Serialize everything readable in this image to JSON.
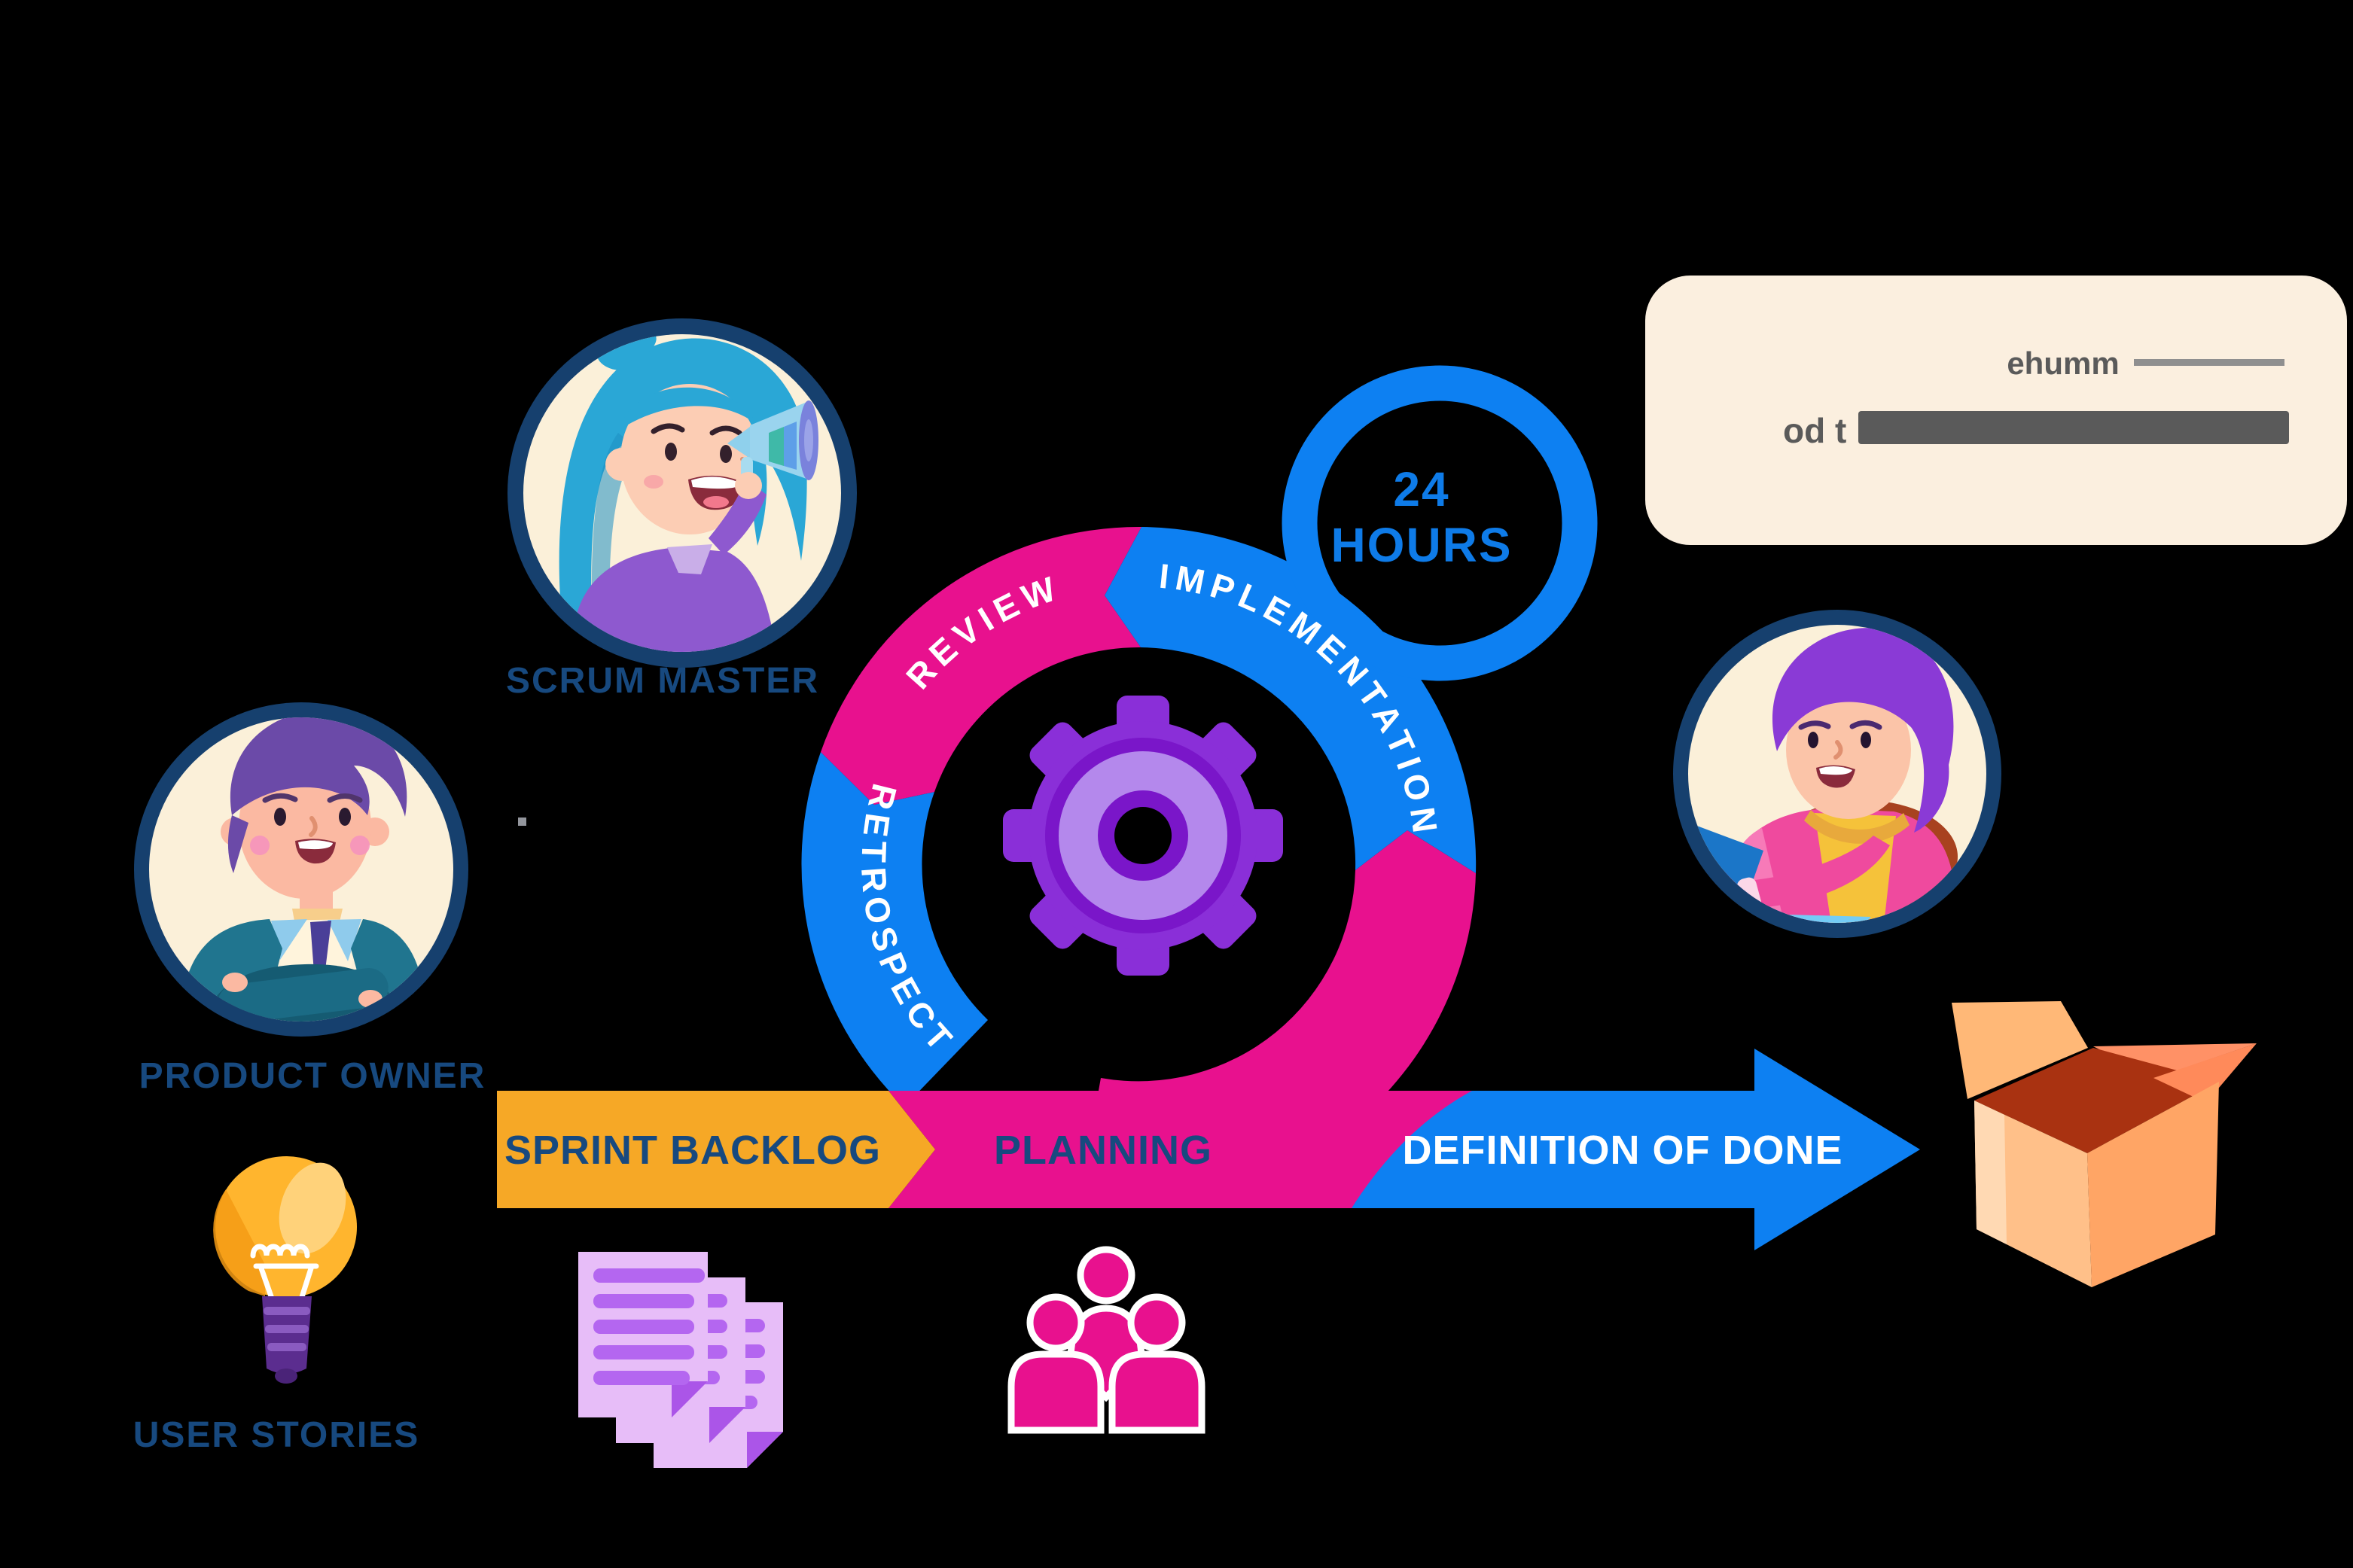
{
  "diagram_title": "scrum-process-cycle",
  "colors": {
    "background": "#000000",
    "pink": "#E8118E",
    "blue": "#0D80F2",
    "orange": "#F6A826",
    "navy_text": "#17497F",
    "white_text": "#FFFFFF",
    "gear_body": "#8A2FD8",
    "gear_dark": "#7A16C9",
    "gear_light": "#B488EC",
    "avatar_border": "#16406E",
    "avatar_bg": "#FBF0D9",
    "bubble_bg": "#FBEFDF",
    "doc_page": "#E7BDF8",
    "doc_lines": "#B466F0",
    "bulb": "#FFB52E",
    "bulb_base": "#5B2D8F",
    "box_face": "#FFC089",
    "box_interior": "#A93211"
  },
  "cycle": {
    "segments": [
      {
        "id": "review",
        "label": "REVIEW",
        "color": "#E8118E"
      },
      {
        "id": "implementation",
        "label": "IMPLEMENTATION",
        "color": "#0D80F2"
      },
      {
        "id": "retrospect",
        "label": "RETROSPECT",
        "color": "#0D80F2"
      }
    ]
  },
  "hours_badge": {
    "line1": "24",
    "line2": "HOURS"
  },
  "band": {
    "sprint_backlog": "SPRINT BACKLOG",
    "planning": "PLANNING",
    "definition_of_done": "DEFINITION OF DONE"
  },
  "roles": {
    "scrum_master": "SCRUM MASTER",
    "product_owner": "PRODUCT OWNER"
  },
  "artifacts": {
    "user_stories": "USER STORIES"
  },
  "speech_bubble": {
    "line1": "ehumm",
    "line2": "od t"
  }
}
